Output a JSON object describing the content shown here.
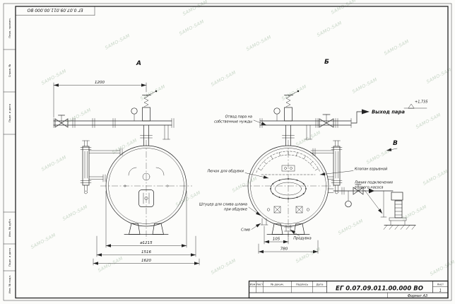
{
  "drawing": {
    "number": "ЕГ 0.07.09.011.00.000 ВО",
    "number_inverted": "ЕГ 0.07.09.011.00.000 ВО",
    "format": "Формат А3"
  },
  "title_block": {
    "izm": "Изм",
    "list": "Лист",
    "doc": "№ докум.",
    "sign": "Подпись",
    "date": "Дата",
    "sheet_label": "Лист",
    "sheet_value": "1"
  },
  "frame_stamps": {
    "perv_primen": "Перв. примен.",
    "sprav_no": "Справ. №",
    "inv_dubl": "Инв. № дубл.",
    "podp_data": "Подп. и дата",
    "inv_podl": "Инв. № подл."
  },
  "views": {
    "a": "А",
    "b": "Б",
    "v": "В"
  },
  "dimensions": {
    "top_width": "1200",
    "diameter": "ø1215",
    "overall_1516": "1516",
    "overall_1620": "1620",
    "offset_105": "105",
    "base_780": "780"
  },
  "annotations": {
    "steam_outlet": "Выход пара",
    "elevation": "+1,735",
    "own_needs_line1": "Отвод пара на",
    "own_needs_line2": "собственные нужды",
    "hatch": "Лючок для обдувки",
    "sludge_line1": "Штуцер для слива шлама",
    "sludge_line2": "при обдувке",
    "explosion_valve": "Клапан взрывной",
    "second_pump_line1": "Линия подключения",
    "second_pump_line2": "второго насоса",
    "drain": "Слив",
    "blowdown": "Продувка"
  },
  "watermark": {
    "text": "SAMO-SAM"
  }
}
